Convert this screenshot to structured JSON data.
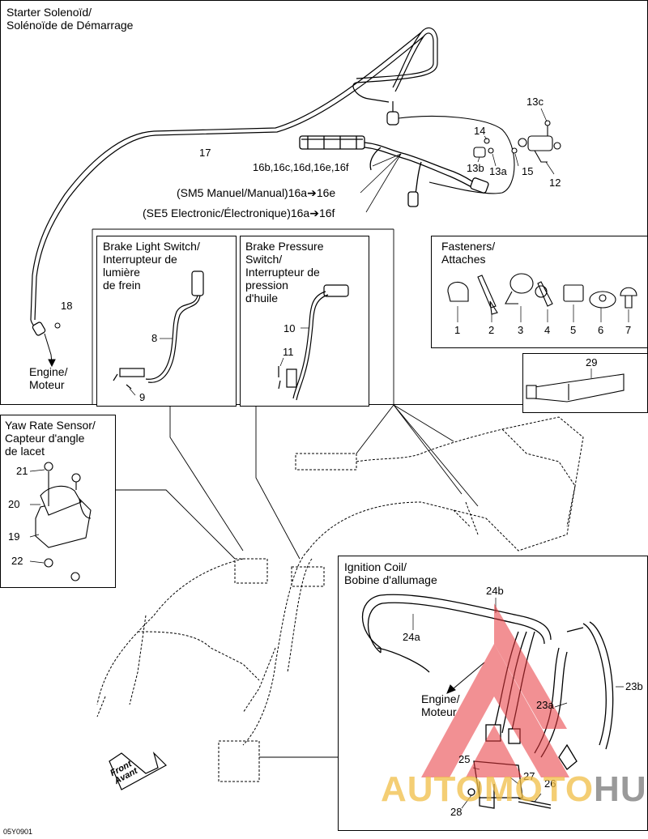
{
  "starter": {
    "title_line1": "Starter Solenoïd/",
    "title_line2": "Solénoïde de Démarrage",
    "engine_line1": "Engine/",
    "engine_line2": "Moteur",
    "sm5_line": "(SM5 Manuel/Manual)16a➔16e",
    "se5_line": "(SE5 Electronic/Électronique)16a➔16f",
    "n17": "17",
    "n16": "16b,16c,16d,16e,16f",
    "n18": "18",
    "n13c": "13c",
    "n14": "14",
    "n13b": "13b",
    "n13a": "13a",
    "n15": "15",
    "n12": "12"
  },
  "brake_light": {
    "line1": "Brake Light Switch/",
    "line2": "Interrupteur de",
    "line3": "lumière",
    "line4": "de frein",
    "n8": "8",
    "n9": "9"
  },
  "brake_pressure": {
    "line1": "Brake Pressure",
    "line2": "Switch/",
    "line3": "Interrupteur de",
    "line4": "pression",
    "line5": "d'huile",
    "n10": "10",
    "n11": "11"
  },
  "fasteners": {
    "line1": "Fasteners/",
    "line2": "Attaches",
    "numbers": [
      "1",
      "2",
      "3",
      "4",
      "5",
      "6",
      "7"
    ]
  },
  "compound": {
    "n29": "29"
  },
  "yaw": {
    "line1": "Yaw Rate Sensor/",
    "line2": "Capteur d'angle",
    "line3": "de lacet",
    "n21": "21",
    "n20": "20",
    "n19": "19",
    "n22": "22"
  },
  "ignition": {
    "line1": "Ignition Coil/",
    "line2": "Bobine d'allumage",
    "engine_line1": "Engine/",
    "engine_line2": "Moteur",
    "n24b": "24b",
    "n24a": "24a",
    "n23a": "23a",
    "n23b": "23b",
    "n25": "25",
    "n27": "27",
    "n26": "26",
    "n28": "28"
  },
  "front_arrow": {
    "line1": "Front",
    "line2": "Avant"
  },
  "drawing_code": "05Y0901",
  "watermark": {
    "part1": "AUTOMOTO",
    "part2": "HUB"
  },
  "colors": {
    "watermark_red": "#e8343a",
    "watermark_gold": "#f0be46",
    "watermark_gray": "#787878"
  }
}
